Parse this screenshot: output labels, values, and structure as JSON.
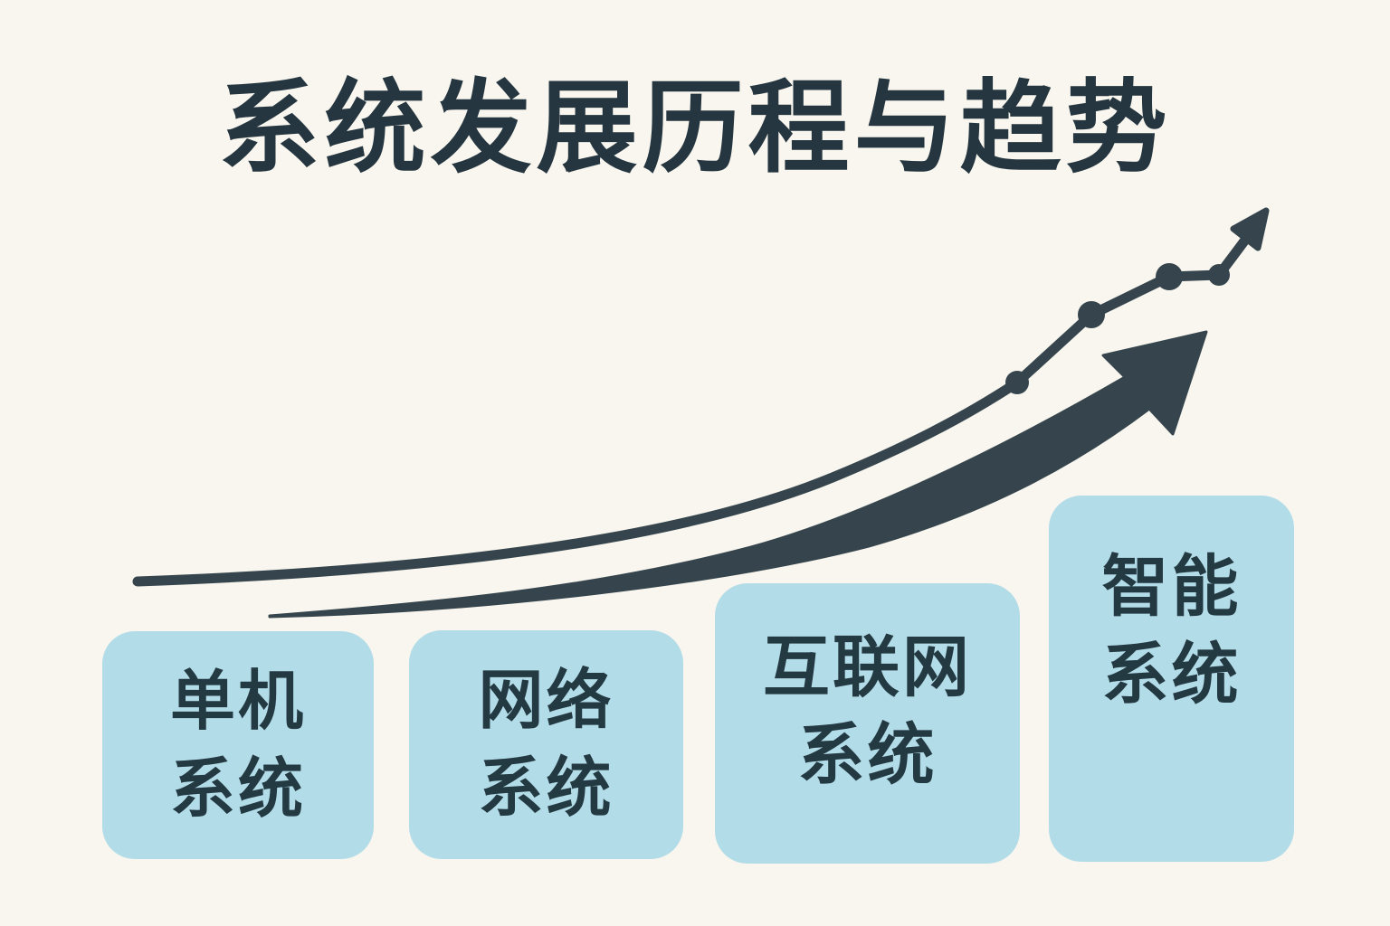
{
  "title": "系统发展历程与趋势",
  "stages": [
    {
      "name": "standalone-system",
      "line1": "单机",
      "line2": "系统"
    },
    {
      "name": "network-system",
      "line1": "网络",
      "line2": "系统"
    },
    {
      "name": "internet-system",
      "line1": "互联网",
      "line2": "系统"
    },
    {
      "name": "intelligent-system",
      "line1": "智能",
      "line2": "系统"
    }
  ],
  "graphics": {
    "big_arrow_icon": "growth-swoosh-arrow-icon",
    "trend_line_icon": "trend-line-dots-arrow-icon",
    "trend_dot_count": 4
  },
  "colors": {
    "background": "#f8f6ee",
    "dark": "#36454d",
    "title_color": "#263640",
    "box_fill": "#b3dce9",
    "box_text": "#243a43"
  }
}
